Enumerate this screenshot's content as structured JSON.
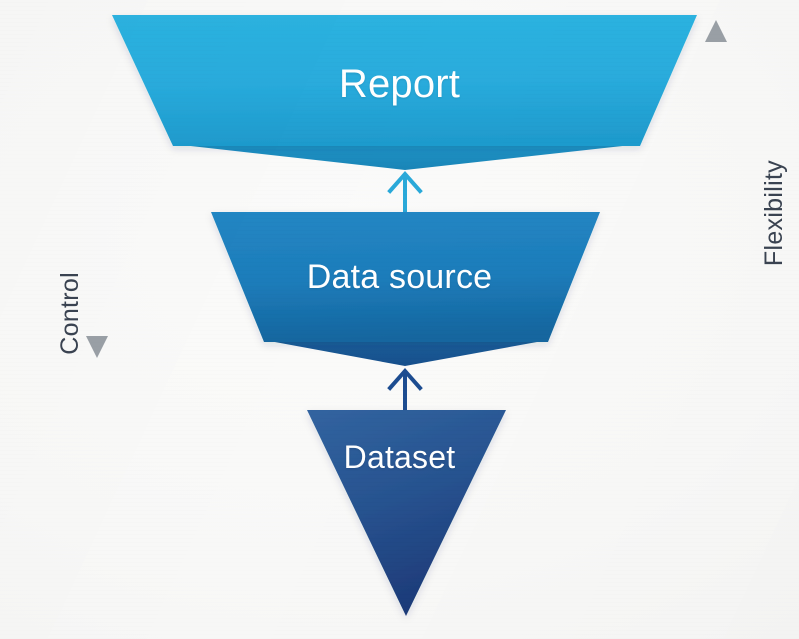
{
  "diagram": {
    "title": "Report / Data source / Dataset funnel",
    "background_color": "#f7f7f6",
    "stages": [
      {
        "id": "report",
        "label": "Report",
        "level": 1,
        "fill_top": "#2bb0dd",
        "fill_bottom": "#1f9bcd",
        "fold_color": "#1d8cbd",
        "shape": "trapezoid"
      },
      {
        "id": "data-source",
        "label": "Data source",
        "level": 2,
        "fill_top": "#2283c0",
        "fill_bottom": "#15669f",
        "fold_color": "#17548f",
        "shape": "trapezoid"
      },
      {
        "id": "dataset",
        "label": "Dataset",
        "level": 3,
        "fill_top": "#2e5f9d",
        "fill_bottom": "#1d3a78",
        "shape": "triangle"
      }
    ],
    "flow_arrows": [
      {
        "id": "dataset-to-data-source",
        "from": "dataset",
        "to": "data-source",
        "color": "#1d4d91",
        "direction": "up"
      },
      {
        "id": "data-source-to-report",
        "from": "data-source",
        "to": "report",
        "color": "#2aa9d9",
        "direction": "up"
      }
    ],
    "axes": [
      {
        "id": "control",
        "label": "Control",
        "side": "left",
        "direction": "down",
        "color": "#9aa0a6",
        "text_color": "#3b4452"
      },
      {
        "id": "flexibility",
        "label": "Flexibility",
        "side": "right",
        "direction": "up",
        "color": "#9aa0a6",
        "text_color": "#3b4452"
      }
    ]
  }
}
